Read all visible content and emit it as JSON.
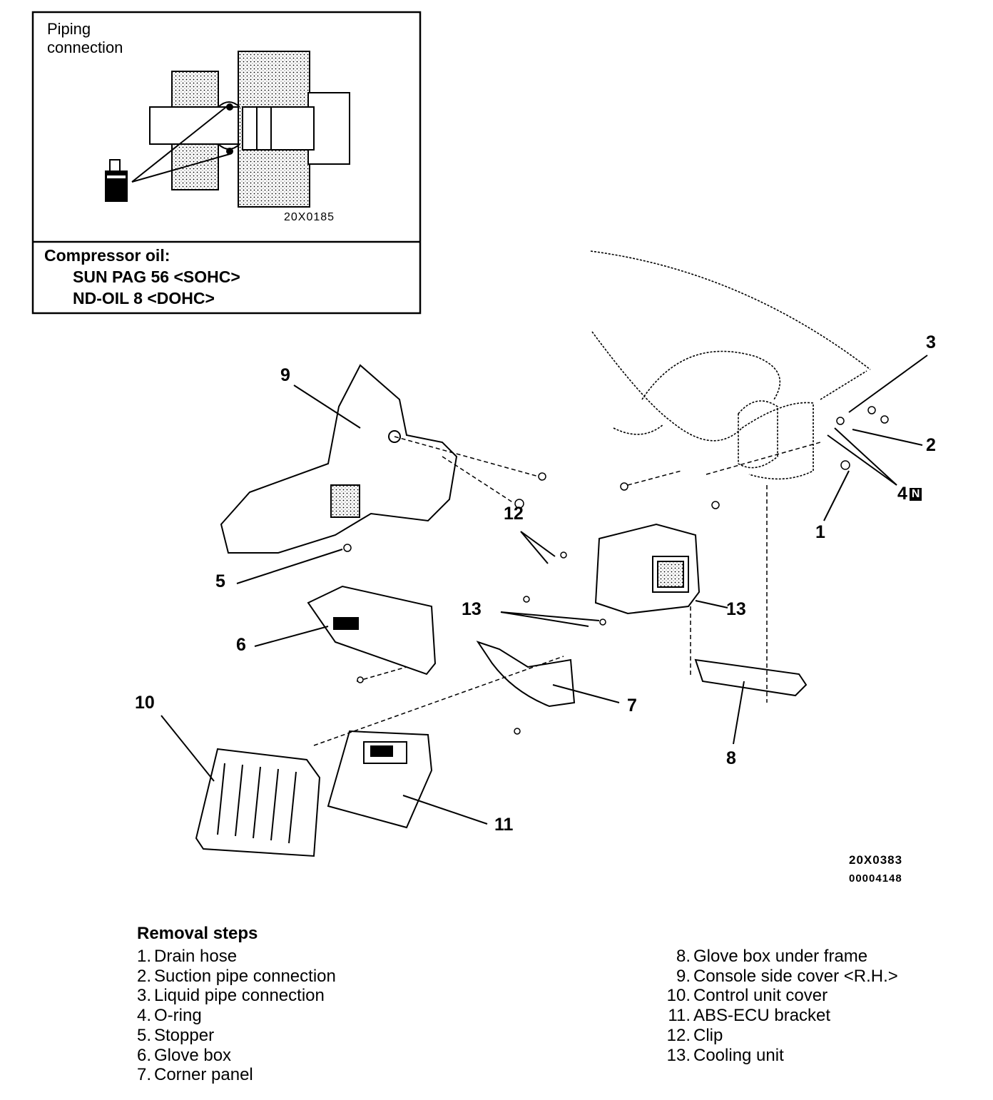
{
  "inset": {
    "title_line1": "Piping",
    "title_line2": "connection",
    "figure_code": "20X0185",
    "oil_label": "Compressor oil:",
    "oil_sohc": "SUN PAG 56 <SOHC>",
    "oil_dohc": "ND-OIL 8 <DOHC>"
  },
  "callouts": {
    "c1": "1",
    "c2": "2",
    "c3": "3",
    "c4": "4",
    "c4_badge": "N",
    "c5": "5",
    "c6": "6",
    "c7": "7",
    "c8": "8",
    "c9": "9",
    "c10": "10",
    "c11": "11",
    "c12": "12",
    "c13a": "13",
    "c13b": "13"
  },
  "figure_codes": {
    "code1": "20X0383",
    "code2": "00004148"
  },
  "removal": {
    "title": "Removal steps",
    "steps": [
      {
        "num": "1.",
        "label": "Drain hose"
      },
      {
        "num": "2.",
        "label": "Suction pipe connection"
      },
      {
        "num": "3.",
        "label": "Liquid pipe connection"
      },
      {
        "num": "4.",
        "label": "O-ring"
      },
      {
        "num": "5.",
        "label": "Stopper"
      },
      {
        "num": "6.",
        "label": "Glove box"
      },
      {
        "num": "7.",
        "label": "Corner panel"
      },
      {
        "num": "8.",
        "label": "Glove box under frame"
      },
      {
        "num": "9.",
        "label": "Console side cover <R.H.>"
      },
      {
        "num": "10.",
        "label": "Control unit cover"
      },
      {
        "num": "11.",
        "label": "ABS-ECU bracket"
      },
      {
        "num": "12.",
        "label": "Clip"
      },
      {
        "num": "13.",
        "label": "Cooling unit"
      }
    ]
  }
}
